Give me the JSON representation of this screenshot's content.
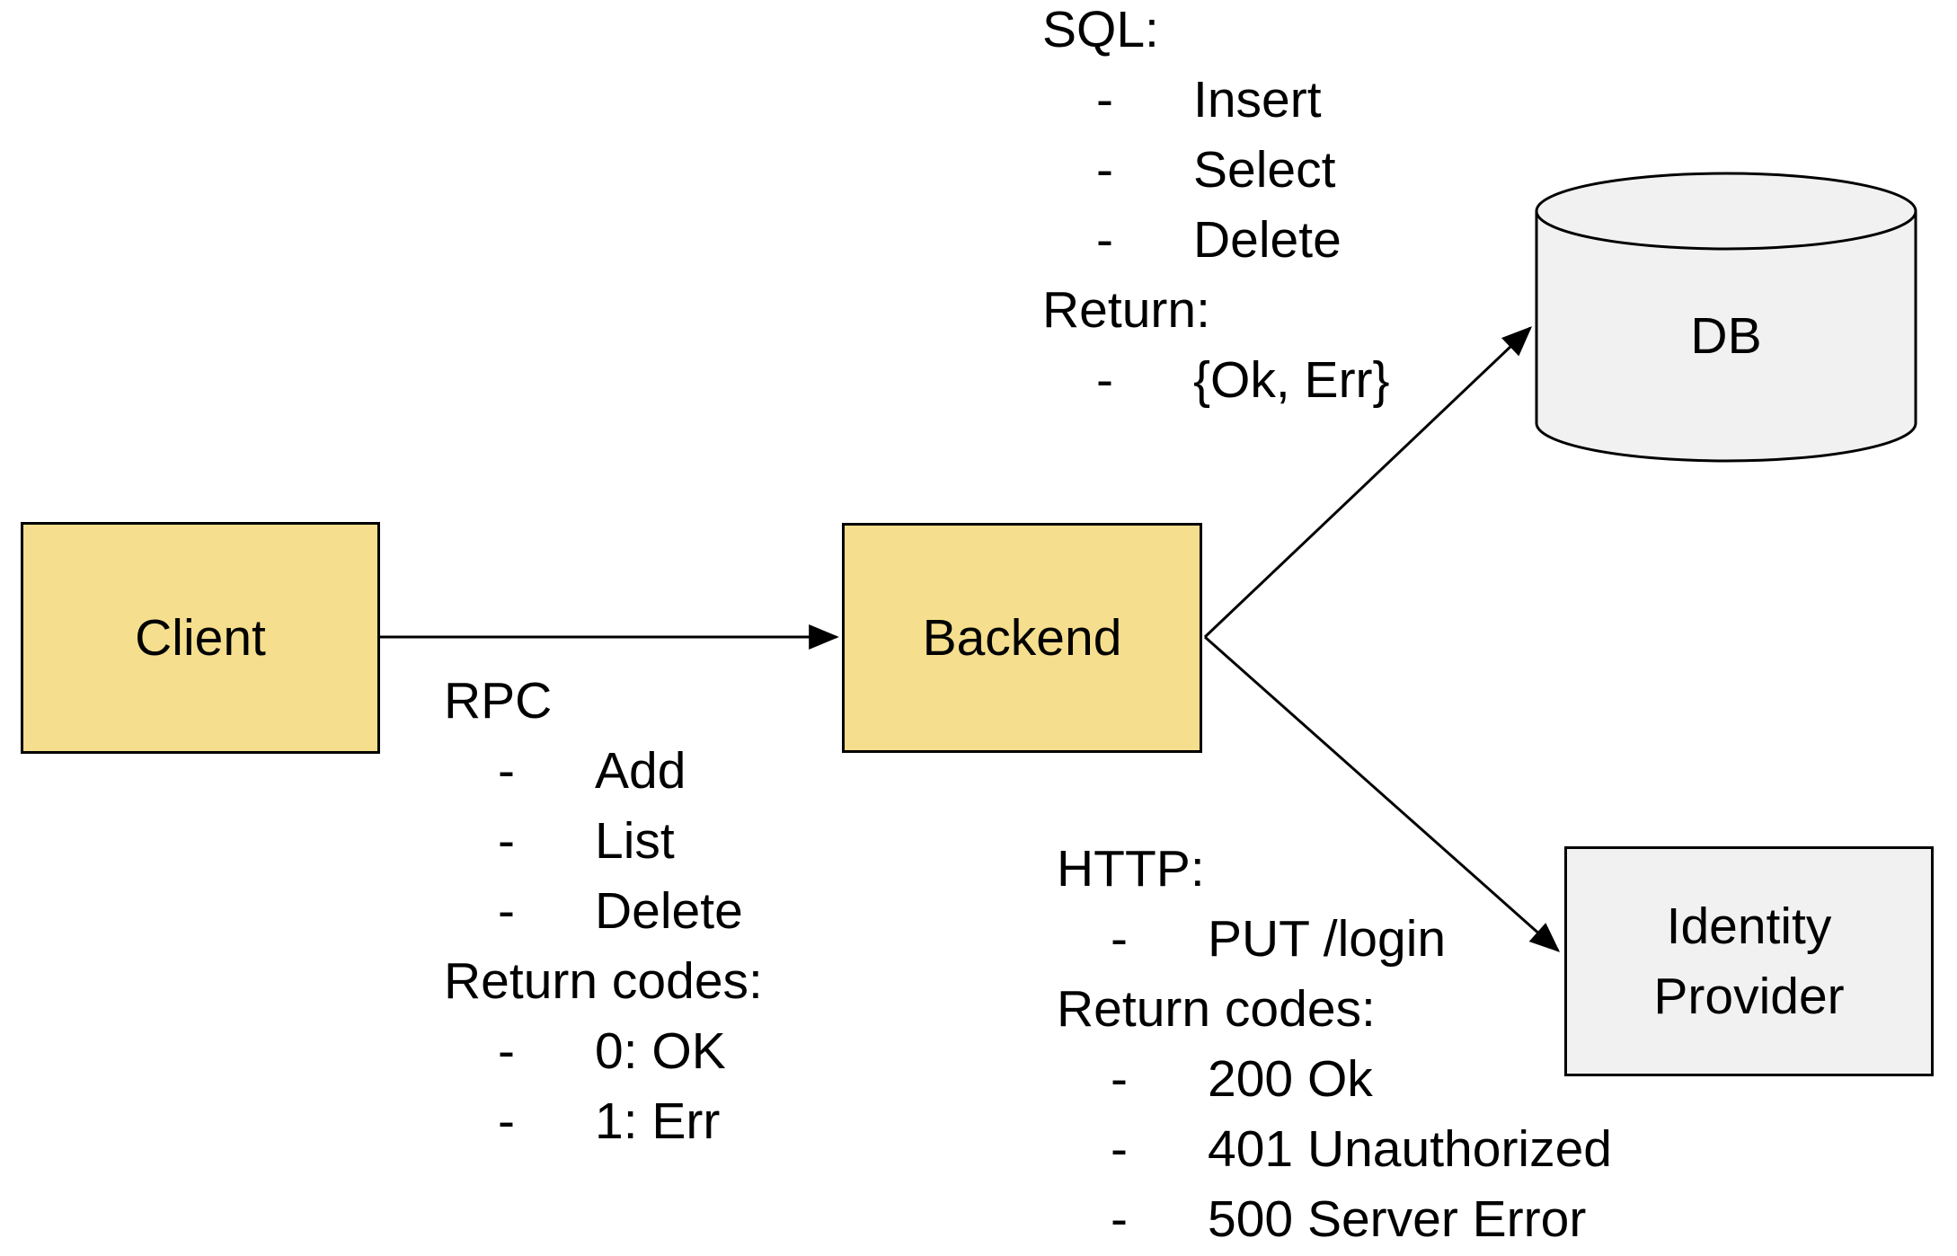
{
  "bullet": "-",
  "colors": {
    "node_fill": "#f5de8d",
    "store_fill": "#f1f1f1",
    "outline": "#000000",
    "text": "#000000",
    "background": "#ffffff"
  },
  "nodes": {
    "client": {
      "label": "Client"
    },
    "backend": {
      "label": "Backend"
    },
    "db": {
      "label": "DB"
    },
    "identity_provider": {
      "label": "Identity Provider"
    }
  },
  "annotations": {
    "sql": {
      "lines": [
        {
          "kind": "heading",
          "text": "SQL:"
        },
        {
          "kind": "item",
          "text": "Insert"
        },
        {
          "kind": "item",
          "text": "Select"
        },
        {
          "kind": "item",
          "text": "Delete"
        },
        {
          "kind": "heading",
          "text": "Return:"
        },
        {
          "kind": "item",
          "text": "{Ok, Err}"
        }
      ]
    },
    "rpc": {
      "lines": [
        {
          "kind": "heading",
          "text": "RPC"
        },
        {
          "kind": "item",
          "text": "Add"
        },
        {
          "kind": "item",
          "text": "List"
        },
        {
          "kind": "item",
          "text": "Delete"
        },
        {
          "kind": "heading",
          "text": "Return codes:"
        },
        {
          "kind": "item",
          "text": "0: OK"
        },
        {
          "kind": "item",
          "text": "1: Err"
        }
      ]
    },
    "http": {
      "lines": [
        {
          "kind": "heading",
          "text": "HTTP:"
        },
        {
          "kind": "item",
          "text": "PUT /login"
        },
        {
          "kind": "heading",
          "text": "Return codes:"
        },
        {
          "kind": "item",
          "text": "200 Ok"
        },
        {
          "kind": "item",
          "text": "401 Unauthorized"
        },
        {
          "kind": "item",
          "text": "500 Server Error"
        }
      ]
    }
  }
}
